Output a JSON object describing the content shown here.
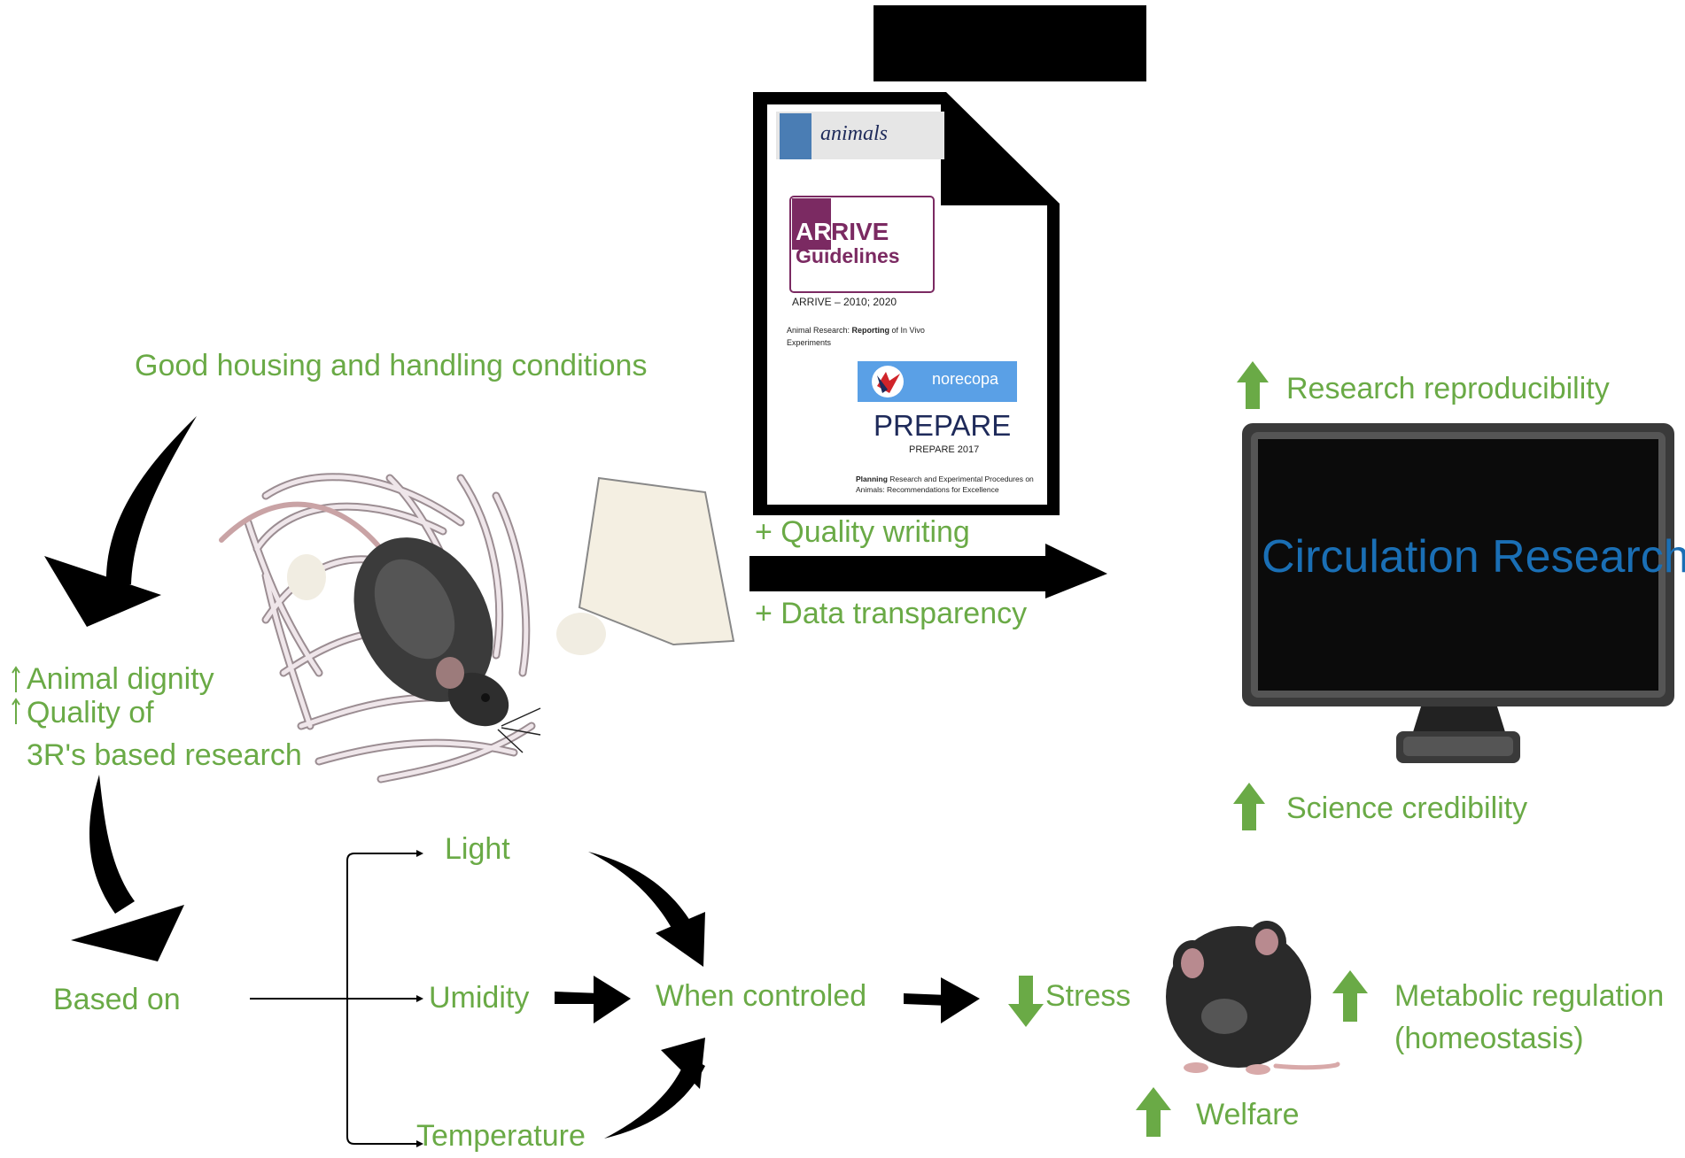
{
  "labels": {
    "good_housing": "Good housing and handling conditions",
    "animal_dignity": "Animal dignity",
    "quality_of": "Quality of",
    "three_rs": "3R's based research",
    "based_on": "Based on",
    "light": "Light",
    "umidity": "Umidity",
    "temperature": "Temperature",
    "when_controled": "When controled",
    "stress": "Stress",
    "welfare": "Welfare",
    "metabolic_1": "Metabolic regulation",
    "metabolic_2": "(homeostasis)",
    "quality_writing": "+ Quality writing",
    "data_transparency": "+ Data transparency",
    "research_reproducibility": "Research reproducibility",
    "science_credibility": "Science credibility",
    "monitor_title": "Circulation Research"
  },
  "document": {
    "journal": "animals",
    "arrive_ar": "AR",
    "arrive_rive": "RIVE",
    "arrive_guidelines": "Guidelines",
    "arrive_years": "ARRIVE – 2010; 2020",
    "arrive_desc_plain_1": "Animal Research: ",
    "arrive_desc_bold": "Reporting",
    "arrive_desc_plain_2": " of In Vivo",
    "arrive_desc_line2": "Experiments",
    "norecopa": "norecopa",
    "prepare": "PREPARE",
    "prepare_year": "PREPARE 2017",
    "prepare_desc_bold": "Planning",
    "prepare_desc_1": " Research and Experimental Procedures on",
    "prepare_desc_2": "Animals: Recommendations for Excellence"
  },
  "colors": {
    "label_green": "#6aaa46",
    "arrow_green": "#6aaa46",
    "monitor_text": "#1a6fb5",
    "arrive_purple": "#7b2a62",
    "prepare_navy": "#1e2a5a",
    "norecopa_blue": "#5aa0e6"
  },
  "icons": {
    "up": "green-up-arrow-icon",
    "down": "green-down-arrow-icon",
    "mouse": "mouse-illustration",
    "monitor": "monitor-illustration"
  }
}
